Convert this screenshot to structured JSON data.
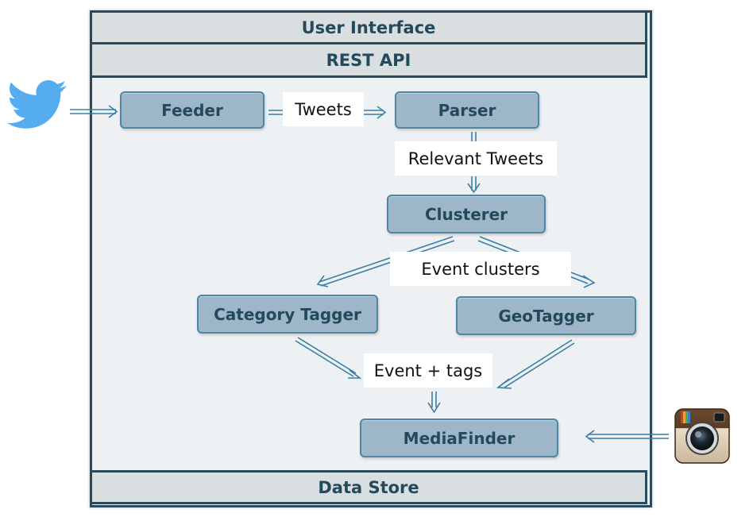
{
  "layers": {
    "top1": "User Interface",
    "top2": "REST API",
    "bottom": "Data Store"
  },
  "components": {
    "feeder": "Feeder",
    "parser": "Parser",
    "clusterer": "Clusterer",
    "category_tagger": "Category Tagger",
    "geotagger": "GeoTagger",
    "mediafinder": "MediaFinder"
  },
  "flow_labels": {
    "tweets": "Tweets",
    "relevant_tweets": "Relevant Tweets",
    "event_clusters": "Event clusters",
    "event_tags": "Event + tags"
  },
  "icons": {
    "source_left": "twitter-bird-icon",
    "source_right": "instagram-camera-icon"
  },
  "colors": {
    "component_fill": "#9db7c8",
    "component_border": "#4f86a6",
    "frame_border": "#2b4a5c",
    "text": "#24495c",
    "arrow": "#3a7ea6",
    "twitter_blue": "#55acee"
  }
}
